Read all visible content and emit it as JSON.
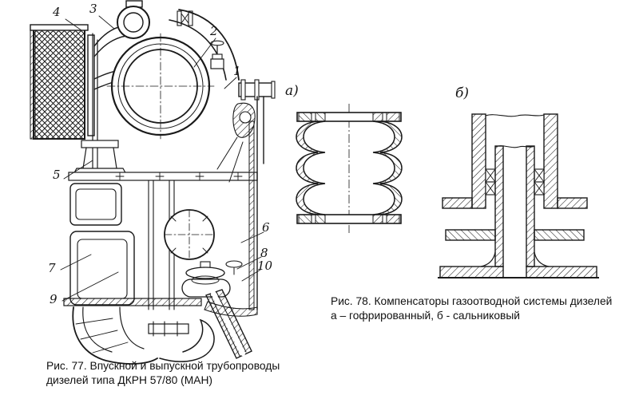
{
  "colors": {
    "ink": "#1a1a1a",
    "paper": "#ffffff"
  },
  "figure77": {
    "caption_line1": "Рис. 77. Впускной и выпускной трубопроводы",
    "caption_line2": "дизелей типа ДКРН 57/80 (МАН)",
    "part_labels": [
      "4",
      "3",
      "2",
      "1",
      "5",
      "6",
      "7",
      "8",
      "10",
      "9"
    ]
  },
  "figure78": {
    "sub_label_a": "а)",
    "sub_label_b": "б)",
    "caption_line1": "Рис. 78. Компенсаторы газоотводной системы дизелей",
    "caption_line2": "а – гофрированный, б - сальниковый"
  }
}
